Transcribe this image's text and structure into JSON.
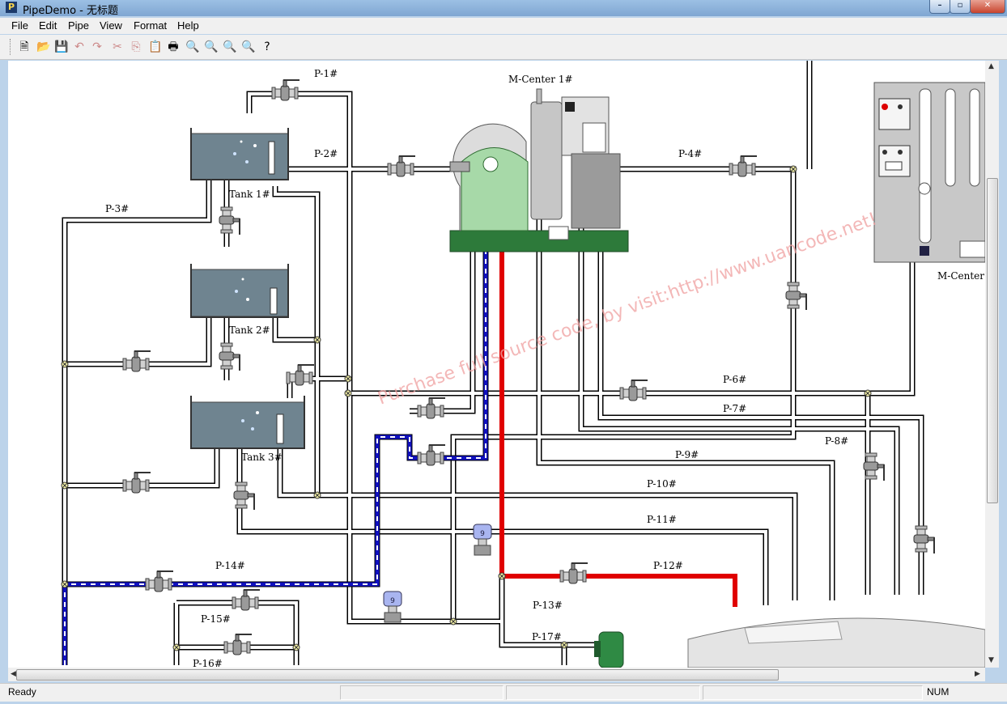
{
  "window": {
    "title": "PipeDemo - 无标题"
  },
  "menu": [
    "File",
    "Edit",
    "Pipe",
    "View",
    "Format",
    "Help"
  ],
  "labels": {
    "p1": "P-1#",
    "p2": "P-2#",
    "p3": "P-3#",
    "p4": "P-4#",
    "p6": "P-6#",
    "p7": "P-7#",
    "p8": "P-8#",
    "p9": "P-9#",
    "p10": "P-10#",
    "p11": "P-11#",
    "p12": "P-12#",
    "p13": "P-13#",
    "p14": "P-14#",
    "p15": "P-15#",
    "p16": "P-16#",
    "p17": "P-17#",
    "tank1": "Tank 1#",
    "tank2": "Tank 2#",
    "tank3": "Tank 3#",
    "mcenter1": "M-Center 1#",
    "mcenter2": "M-Center"
  },
  "watermark": "Purchase full source code, by visit:http://www.uancode.net!",
  "status": {
    "ready": "Ready",
    "num": "NUM"
  },
  "colors": {
    "pipe_red": "#e00000",
    "pipe_blue": "#1010c0",
    "pipe_outline": "#000000",
    "tank_fill": "#6f8490",
    "machine_green": "#a7d9a8"
  }
}
